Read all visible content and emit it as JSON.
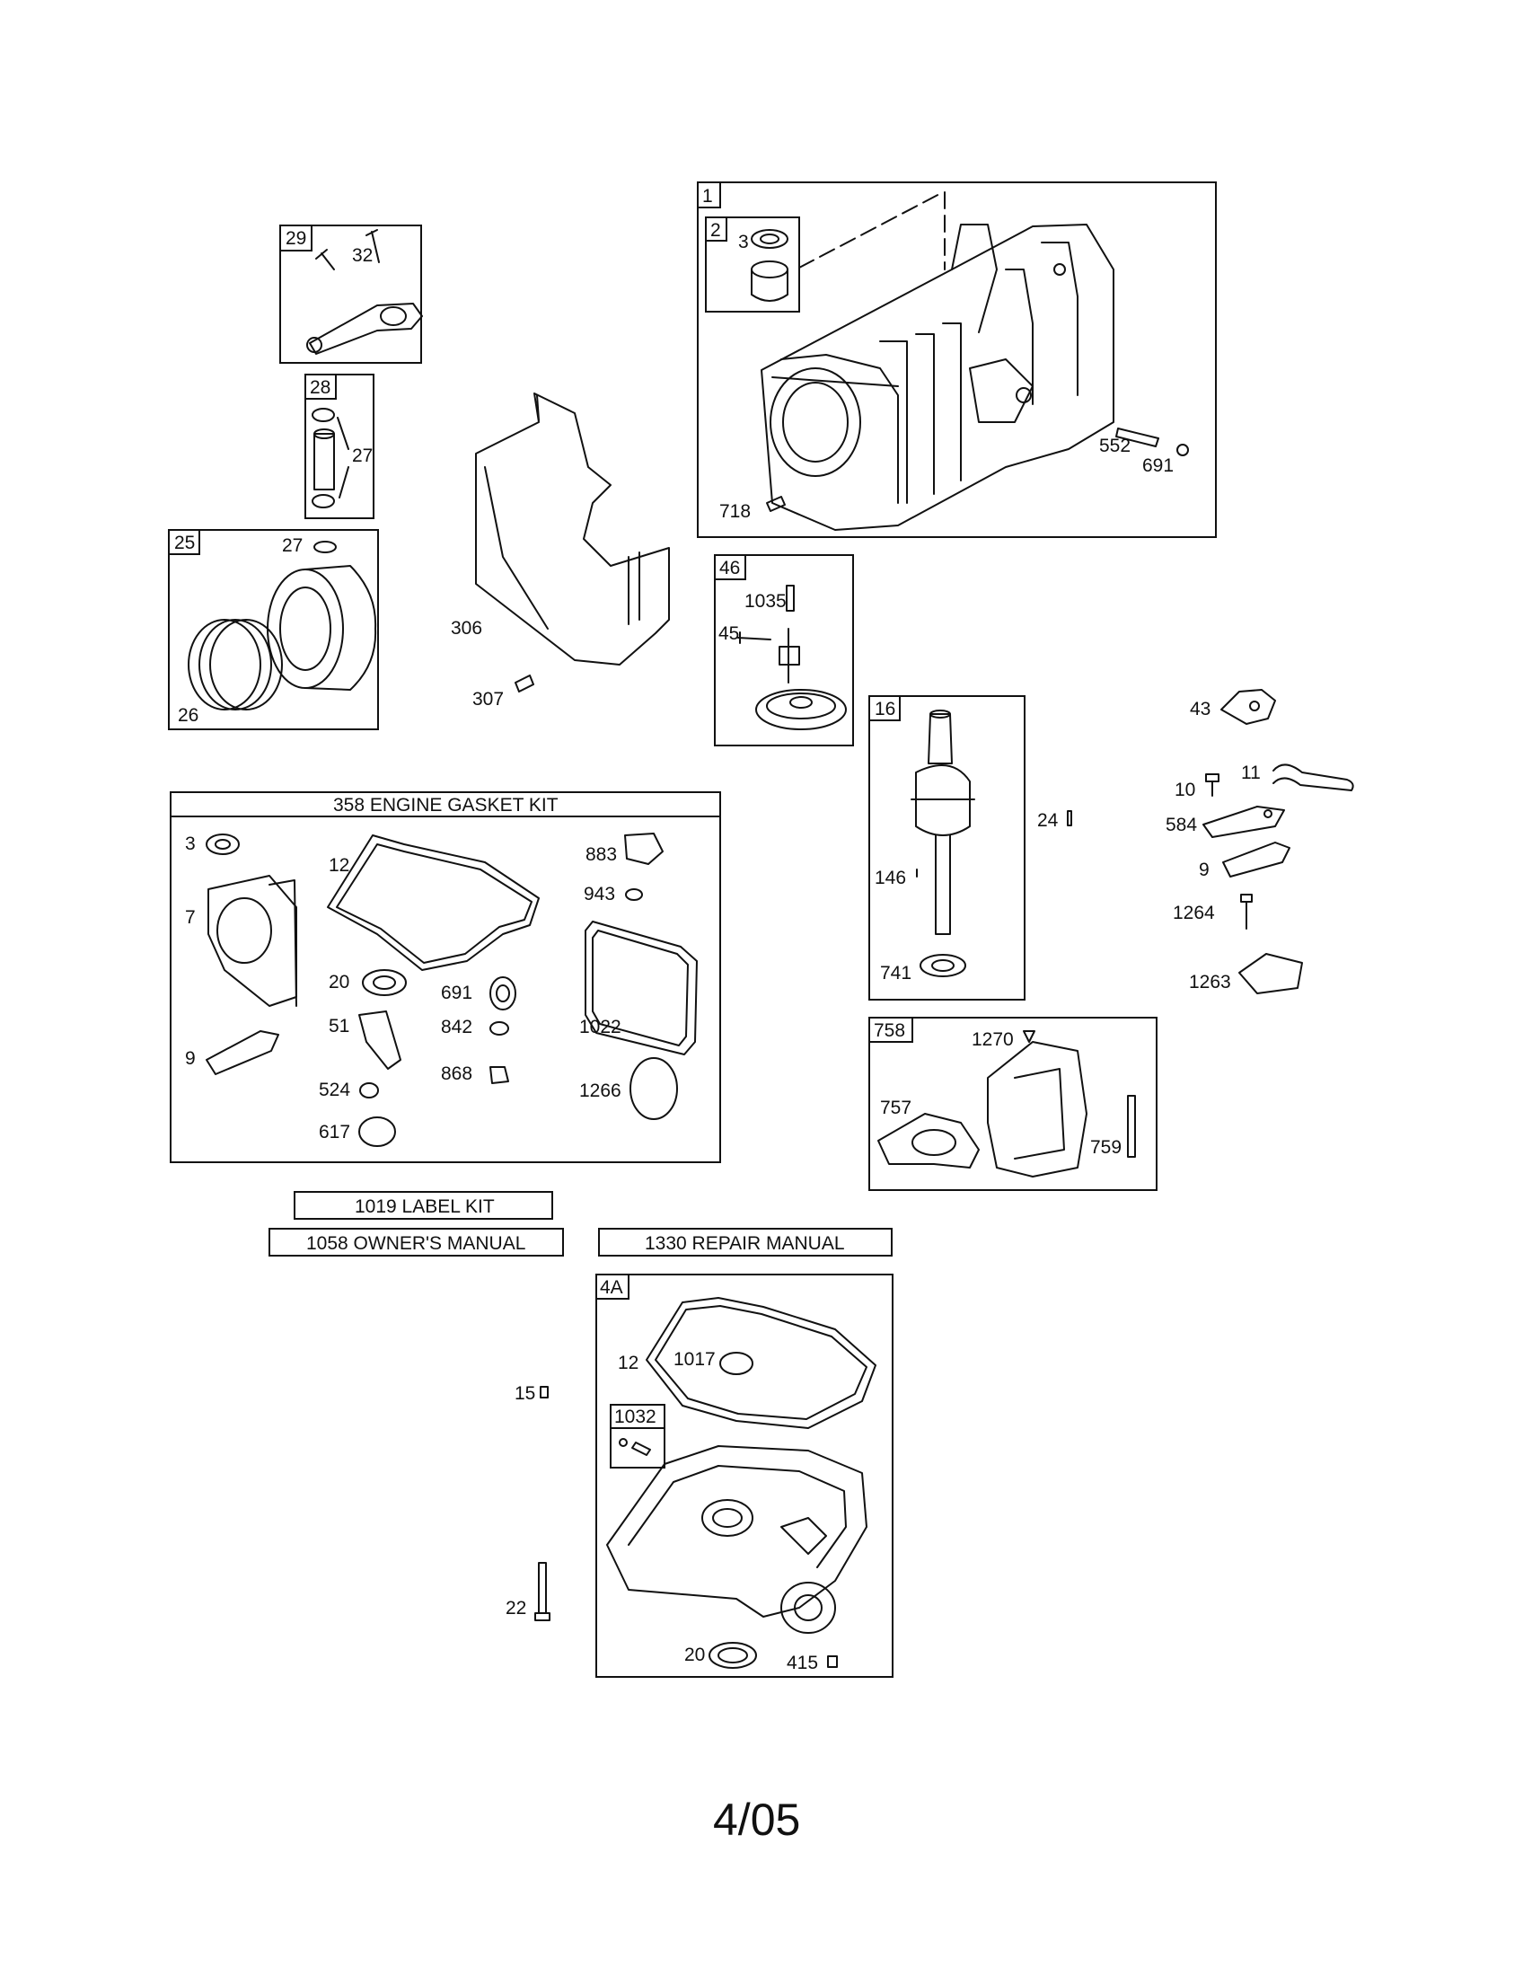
{
  "groups": {
    "g1": "1",
    "g2": "2",
    "g29": "29",
    "g28": "28",
    "g25": "25",
    "g46": "46",
    "g16": "16",
    "g758": "758",
    "g4a": "4A",
    "g1032": "1032"
  },
  "kits": {
    "gasket_kit": "358 ENGINE GASKET KIT",
    "label_kit": "1019 LABEL KIT",
    "owners_manual": "1058 OWNER'S MANUAL",
    "repair_manual": "1330 REPAIR MANUAL"
  },
  "parts": {
    "p3_cyl": "3",
    "p552": "552",
    "p691_cyl": "691",
    "p718": "718",
    "p32": "32",
    "p27a": "27",
    "p27b": "27",
    "p26": "26",
    "p306": "306",
    "p307": "307",
    "p1035": "1035",
    "p45": "45",
    "p24": "24",
    "p146": "146",
    "p741": "741",
    "p43": "43",
    "p10": "10",
    "p11": "11",
    "p584": "584",
    "p9_r": "9",
    "p1264": "1264",
    "p1263": "1263",
    "p3_k": "3",
    "p12_k": "12",
    "p883": "883",
    "p943": "943",
    "p7": "7",
    "p20_k": "20",
    "p691_k": "691",
    "p51": "51",
    "p842": "842",
    "p1022": "1022",
    "p9_k": "9",
    "p868": "868",
    "p524": "524",
    "p1266": "1266",
    "p617": "617",
    "p1270": "1270",
    "p757": "757",
    "p759": "759",
    "p12_b": "12",
    "p1017": "1017",
    "p15": "15",
    "p22": "22",
    "p20_b": "20",
    "p415": "415"
  },
  "footer": "4/05"
}
